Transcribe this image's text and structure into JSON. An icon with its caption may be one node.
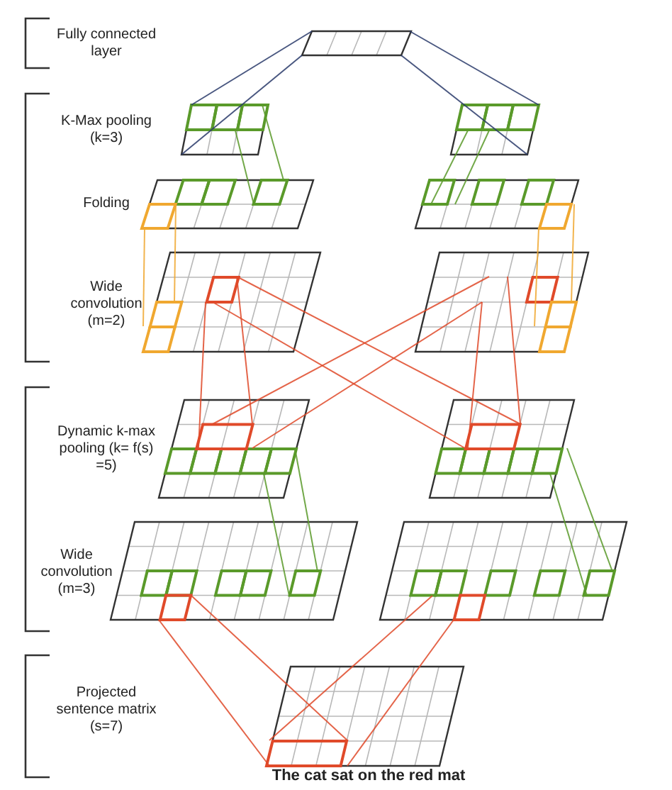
{
  "diagram": {
    "labels": [
      "Fully connected layer",
      "K-Max pooling (k=3)",
      "Folding",
      "Wide convolution (m=2)",
      "Dynamic k-max pooling (k= f(s) =5)",
      "Wide convolution (m=3)",
      "Projected sentence matrix (s=7)",
      "The cat sat on the red mat"
    ]
  }
}
